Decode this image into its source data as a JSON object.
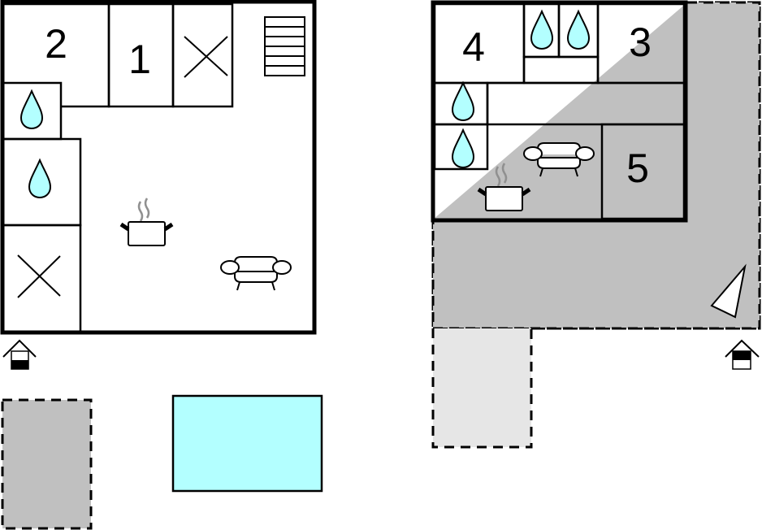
{
  "diagram": {
    "type": "floor-plan",
    "colors": {
      "wall": "#000000",
      "terrace_dark": "#c0c0c0",
      "terrace_light": "#e6e6e6",
      "pool": "#b3ffff",
      "water_drop": "#b3ffff",
      "steam": "#909090"
    },
    "building_left": {
      "rooms": [
        {
          "id": "bedroom-2",
          "label": "2",
          "icon": "bed-number"
        },
        {
          "id": "bedroom-1",
          "label": "1",
          "icon": "bed-number"
        },
        {
          "id": "storage-1",
          "label": "",
          "icon": "x-mark-icon"
        },
        {
          "id": "bathroom-1",
          "label": "",
          "icon": "water-drop-icon"
        },
        {
          "id": "bathroom-2",
          "label": "",
          "icon": "water-drop-icon"
        },
        {
          "id": "storage-2",
          "label": "",
          "icon": "x-mark-icon"
        },
        {
          "id": "living-kitchen",
          "label": "",
          "icon": "kitchen-pot-icon, sofa-icon"
        }
      ],
      "stairs": true,
      "entrance": "entrance-icon"
    },
    "building_right": {
      "rooms": [
        {
          "id": "bedroom-4",
          "label": "4"
        },
        {
          "id": "bathroom-3",
          "label": "",
          "icon": "water-drop-icon"
        },
        {
          "id": "bathroom-4",
          "label": "",
          "icon": "water-drop-icon"
        },
        {
          "id": "bedroom-3",
          "label": "3"
        },
        {
          "id": "hallway",
          "label": ""
        },
        {
          "id": "bathroom-5",
          "label": "",
          "icon": "water-drop-icon"
        },
        {
          "id": "bathroom-6",
          "label": "",
          "icon": "water-drop-icon"
        },
        {
          "id": "living-kitchen-2",
          "label": "",
          "icon": "kitchen-pot-icon, sofa-icon"
        },
        {
          "id": "bedroom-5",
          "label": "5"
        }
      ],
      "terrace": "covered-terrace",
      "north_arrow": "compass-arrow-icon",
      "entrance": "entrance-icon"
    },
    "outdoor": {
      "terrace_left": "terrace",
      "pool": "swimming-pool",
      "terrace_light": "terrace"
    }
  }
}
